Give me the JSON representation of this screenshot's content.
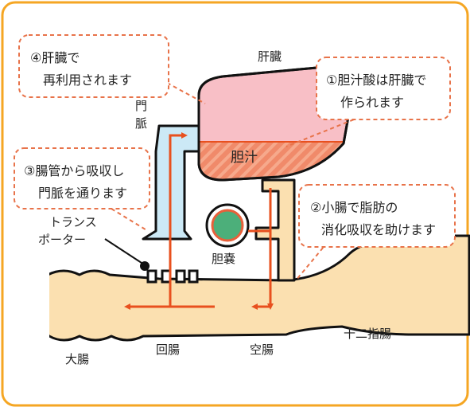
{
  "colors": {
    "frame": "#f5a623",
    "callout_border": "#e8734a",
    "liver_fill": "#f8bfc6",
    "bile_fill": "#f08a6a",
    "portal_vein": "#cce9f6",
    "gallbladder": "#4caf7a",
    "gallbladder_ring": "#e8603a",
    "intestine": "#fbe0b0",
    "arrow": "#e8501e"
  },
  "callouts": {
    "liver_reuse_line1": "④肝臓で",
    "liver_reuse_line2": "再利用されます",
    "bile_made_line1": "①胆汁酸は肝臓で",
    "bile_made_line2": "作られます",
    "absorb_line1": "③腸管から吸収し",
    "absorb_line2": "門脈を通ります",
    "fat_help_line1": "②小腸で脂肪の",
    "fat_help_line2": "消化吸収を助けます"
  },
  "labels": {
    "liver": "肝臓",
    "portal_vein_1": "門",
    "portal_vein_2": "脈",
    "bile": "胆汁",
    "gallbladder": "胆嚢",
    "transporter_1": "トランス",
    "transporter_2": "ポーター",
    "large_intestine": "大腸",
    "ileum": "回腸",
    "jejunum": "空腸",
    "duodenum": "十二指腸"
  }
}
